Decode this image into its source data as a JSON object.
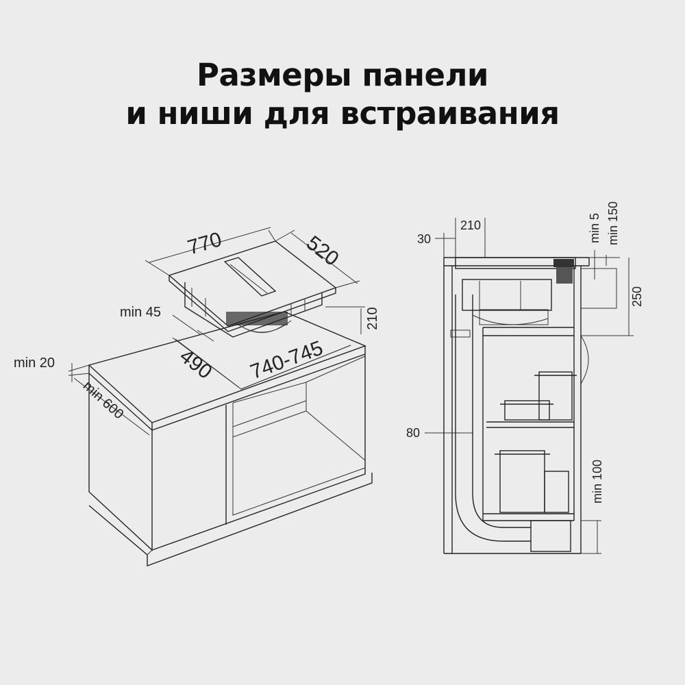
{
  "title": {
    "line1": "Размеры панели",
    "line2": "и ниши для встраивания"
  },
  "left_diagram": {
    "dim_770": "770",
    "dim_520": "520",
    "dim_210": "210",
    "dim_min45": "min 45",
    "dim_490": "490",
    "dim_740_745": "740-745",
    "dim_min20": "min 20",
    "dim_min600": "min 600"
  },
  "right_diagram": {
    "dim_30": "30",
    "dim_210": "210",
    "dim_min5": "min 5",
    "dim_min150": "min 150",
    "dim_250": "250",
    "dim_80": "80",
    "dim_min100": "min 100"
  },
  "colors": {
    "background": "#ececec",
    "line": "#222222",
    "text": "#111111"
  }
}
